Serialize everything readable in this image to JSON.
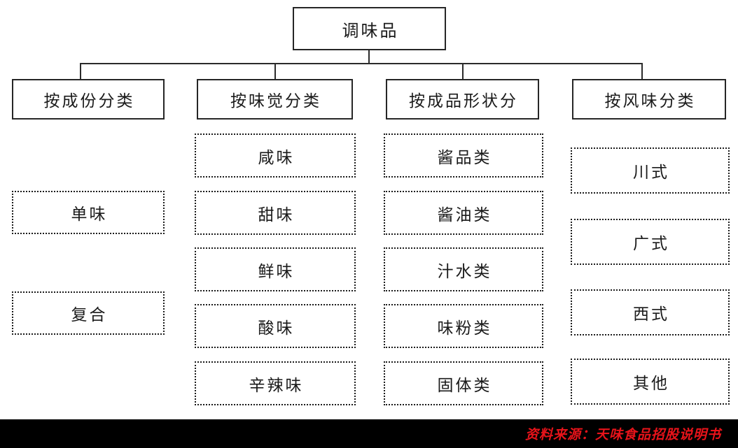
{
  "diagram": {
    "root": {
      "label": "调味品"
    },
    "branches": [
      {
        "header": "按成份分类",
        "items": [
          "单味",
          "复合"
        ]
      },
      {
        "header": "按味觉分类",
        "items": [
          "咸味",
          "甜味",
          "鲜味",
          "酸味",
          "辛辣味"
        ]
      },
      {
        "header": "按成品形状分",
        "items": [
          "酱品类",
          "酱油类",
          "汁水类",
          "味粉类",
          "固体类"
        ]
      },
      {
        "header": "按风味分类",
        "items": [
          "川式",
          "广式",
          "西式",
          "其他"
        ]
      }
    ]
  },
  "footer": {
    "source": "资料来源：天味食品招股说明书",
    "text_color": "#e8131a",
    "background_color": "#000000"
  },
  "style": {
    "solid_border_color": "#262626",
    "dashed_border_color": "#1c1c1c",
    "text_color": "#1a1a1a",
    "page_background": "#ffffff"
  }
}
